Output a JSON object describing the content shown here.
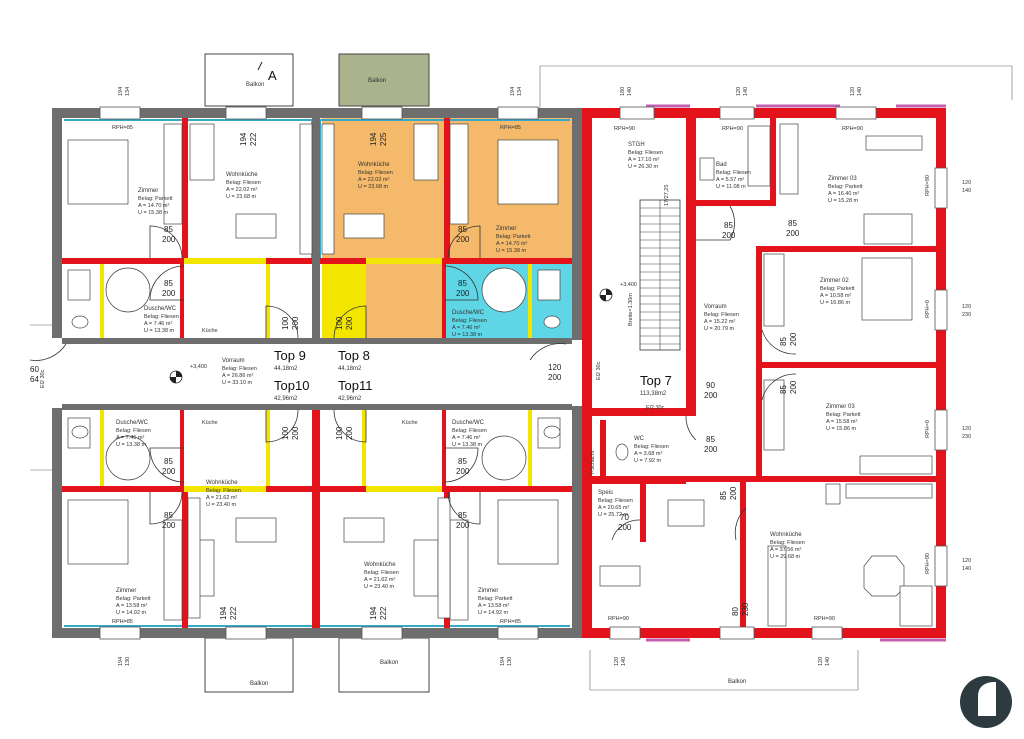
{
  "plan": {
    "section_marker": "A",
    "colors": {
      "wall_red": "#e3131b",
      "wall_grey": "#6e6e6e",
      "partition_yellow": "#f2e600",
      "highlight_orange": "#f4b96a",
      "highlight_cyan": "#5fd6e6",
      "balcony_olive": "#aab38c",
      "magenta_edge": "#c25fae"
    },
    "units": [
      {
        "id": "top9",
        "label": "Top 9",
        "area": "44,18m2"
      },
      {
        "id": "top8",
        "label": "Top 8",
        "area": "44,18m2"
      },
      {
        "id": "top10",
        "label": "Top10",
        "area": "42,96m2"
      },
      {
        "id": "top11",
        "label": "Top11",
        "area": "42,96m2"
      },
      {
        "id": "top7",
        "label": "Top 7",
        "area": "113,38m2"
      }
    ],
    "rooms": [
      {
        "id": "zimmer-9",
        "name": "Zimmer",
        "belag": "Belag:   Parkett",
        "a": "A =      14.70 m²",
        "u": "U =      15.38 m"
      },
      {
        "id": "wohnkueche-9",
        "name": "Wohnküche",
        "belag": "Belag:   Fliesen",
        "a": "A =      22.02 m²",
        "u": "U =      23.68 m"
      },
      {
        "id": "wohnkueche-8",
        "name": "Wohnküche",
        "belag": "Belag:   Fliesen",
        "a": "A =      22.02 m²",
        "u": "U =      23.68 m"
      },
      {
        "id": "zimmer-8",
        "name": "Zimmer",
        "belag": "Belag:   Parkett",
        "a": "A =      14.70 m²",
        "u": "U =      15.38 m"
      },
      {
        "id": "dusche-9",
        "name": "Dusche/WC",
        "belag": "Belag:   Fliesen",
        "a": "A =      7.46 m²",
        "u": "U =      13.38 m"
      },
      {
        "id": "dusche-8",
        "name": "Dusche/WC",
        "belag": "Belag:   Fliesen",
        "a": "A =      7.46 m²",
        "u": "U =      13.38 m"
      },
      {
        "id": "vorraum",
        "name": "Vorraum",
        "belag": "Belag:   Fliesen",
        "a": "A =      26.86 m²",
        "u": "U =      33.10 m"
      },
      {
        "id": "dusche-10",
        "name": "Dusche/WC",
        "belag": "Belag:   Fliesen",
        "a": "A =      7.46 m²",
        "u": "U =      13.38 m"
      },
      {
        "id": "dusche-11",
        "name": "Dusche/WC",
        "belag": "Belag:   Fliesen",
        "a": "A =      7.46 m²",
        "u": "U =      13.38 m"
      },
      {
        "id": "wohnkueche-10",
        "name": "Wohnküche",
        "belag": "Belag:   Fliesen",
        "a": "A =      21.62 m²",
        "u": "U =      23.40 m"
      },
      {
        "id": "wohnkueche-11",
        "name": "Wohnküche",
        "belag": "Belag:   Fliesen",
        "a": "A =      21.62 m²",
        "u": "U =      23.40 m"
      },
      {
        "id": "zimmer-10",
        "name": "Zimmer",
        "belag": "Belag:   Parkett",
        "a": "A =      13.58 m²",
        "u": "U =      14.92 m"
      },
      {
        "id": "zimmer-11",
        "name": "Zimmer",
        "belag": "Belag:   Parkett",
        "a": "A =      13.58 m²",
        "u": "U =      14.92 m"
      },
      {
        "id": "stgh",
        "name": "STGH",
        "belag": "Belag:   Fliesen",
        "a": "A =      17.10 m²",
        "u": "U =      26.30 m"
      },
      {
        "id": "bad",
        "name": "Bad",
        "belag": "Belag:   Fliesen",
        "a": "A =      5.57 m²",
        "u": "U =      11.08 m"
      },
      {
        "id": "zimmer03-a",
        "name": "Zimmer 03",
        "belag": "Belag:   Parkett",
        "a": "A =      16.40 m²",
        "u": "U =      15.28 m"
      },
      {
        "id": "zimmer02",
        "name": "Zimmer 02",
        "belag": "Belag:   Parkett",
        "a": "A =      10.58 m²",
        "u": "U =      16.86 m"
      },
      {
        "id": "vorraum-7",
        "name": "Vorraum",
        "belag": "Belag:   Fliesen",
        "a": "A =      15.22 m²",
        "u": "U =      20.79 m"
      },
      {
        "id": "zimmer03-b",
        "name": "Zimmer 03",
        "belag": "Belag:   Parkett",
        "a": "A =      15.58 m²",
        "u": "U =      15.86 m"
      },
      {
        "id": "wc",
        "name": "WC",
        "belag": "Belag:   Fliesen",
        "a": "A =      3.68 m²",
        "u": "U =      7.92 m"
      },
      {
        "id": "speis",
        "name": "Speis",
        "belag": "Belag:   Fliesen",
        "a": "A =      20.65 m²",
        "u": "U =      25.72 m"
      },
      {
        "id": "wohnkueche-7",
        "name": "Wohnküche",
        "belag": "Belag:   Fliesen",
        "a": "A =      37.56 m²",
        "u": "U =      29.68 m"
      }
    ],
    "labels": {
      "balkon_top_left": "Balkon",
      "balkon_top_mid": "Balkon",
      "balkon_bottom_mid": "Balkon",
      "balkon_bottom_left": "Balkon",
      "balkon_bottom_right": "Balkon",
      "kueche": "Küche",
      "elevation_left": "+3,400",
      "elevation_right": "+3,400",
      "stair_width": "Breite=1.30m",
      "stair_rise": "17/27,25",
      "shaft": "I-Schacht",
      "wall_el2_a": "El2 30c",
      "wall_el2_b": "El2 30c",
      "wall_el2_c": "El2 30c",
      "stub_60": "60",
      "stub_64": "64"
    },
    "dims": {
      "d85_200": [
        "85",
        "200"
      ],
      "d100_200": [
        "100",
        "200"
      ],
      "d120_200": [
        "120",
        "200"
      ],
      "d90_200": [
        "90",
        "200"
      ],
      "d194_222": [
        "194",
        "222"
      ],
      "d194_225": [
        "194",
        "225"
      ],
      "d120_140": [
        "120",
        "140"
      ],
      "d120_230": [
        "120",
        "230"
      ],
      "d80_230": [
        "80",
        "230"
      ],
      "d194_134": [
        "194",
        "134"
      ],
      "d194_130": [
        "194",
        "130"
      ],
      "d180_140": [
        "180",
        "140"
      ],
      "d70_200": [
        "70",
        "200"
      ],
      "rph85": "RPH=85",
      "rph90": "RPH=90",
      "rph0": "RPH=0"
    }
  }
}
